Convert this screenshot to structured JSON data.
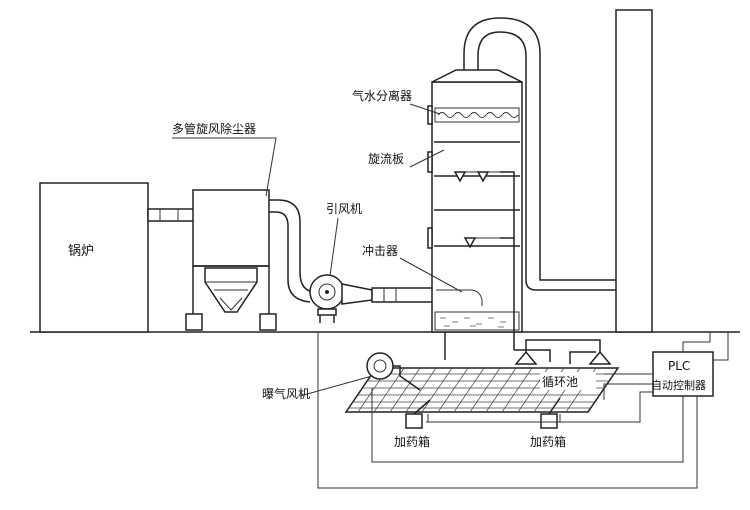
{
  "labels": {
    "boiler": "锅炉",
    "multi_cyclone": "多管旋风除尘器",
    "induced_fan": "引风机",
    "separator": "气水分离器",
    "swirl_plate": "旋流板",
    "impactor": "冲击器",
    "aeration_fan": "曝气风机",
    "circ_pool": "循环池",
    "dosing_tank_1": "加药箱",
    "dosing_tank_2": "加药箱",
    "plc_line1": "PLC",
    "plc_line2": "自动控制器"
  }
}
